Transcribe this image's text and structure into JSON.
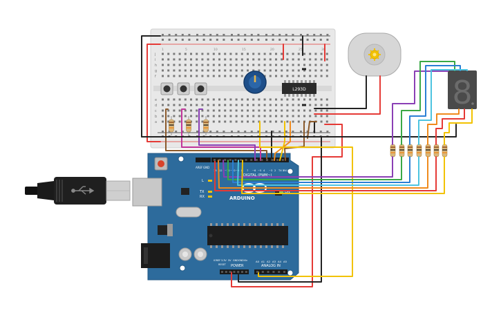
{
  "breadboard": {
    "row_letters_top": [
      "j",
      "i",
      "h",
      "g",
      "f"
    ],
    "row_letters_bottom": [
      "e",
      "d",
      "c",
      "b",
      "a"
    ],
    "column_numbers": [
      "1",
      "5",
      "10",
      "15",
      "20",
      "25",
      "30"
    ]
  },
  "motor_driver": {
    "label": "L293D"
  },
  "arduino": {
    "brand": "ARDUINO",
    "digital_label": "DIGITAL (PWM~)",
    "power_label": "POWER",
    "analog_label": "ANALOG IN",
    "tx_label": "TX",
    "rx_label": "RX",
    "l_label": "L",
    "on_label": "ON",
    "aref_label": "AREF",
    "gnd_label": "GND",
    "power_pins": [
      "IOREF",
      "RESET",
      "3.3V",
      "5V",
      "GND",
      "GND",
      "Vin"
    ],
    "analog_pins": [
      "A0",
      "A1",
      "A2",
      "A3",
      "A4",
      "A5"
    ],
    "digital_pins": [
      "13",
      "12",
      "~11",
      "~10",
      "~9",
      "8",
      "7",
      "~6",
      "~5",
      "4",
      "~3",
      "2",
      "TX 1",
      "RX 0"
    ]
  },
  "display": {
    "digit": "8"
  },
  "colors": {
    "red": "#e53935",
    "black": "#222222",
    "yellow": "#f2c200",
    "orange": "#f08a1c",
    "green": "#3aa845",
    "blue": "#2a7fd4",
    "cyan": "#4cc3e0",
    "purple": "#8a3fb5",
    "magenta": "#c2359a",
    "brown": "#8b5a2b",
    "board_blue": "#2d6b9c"
  }
}
